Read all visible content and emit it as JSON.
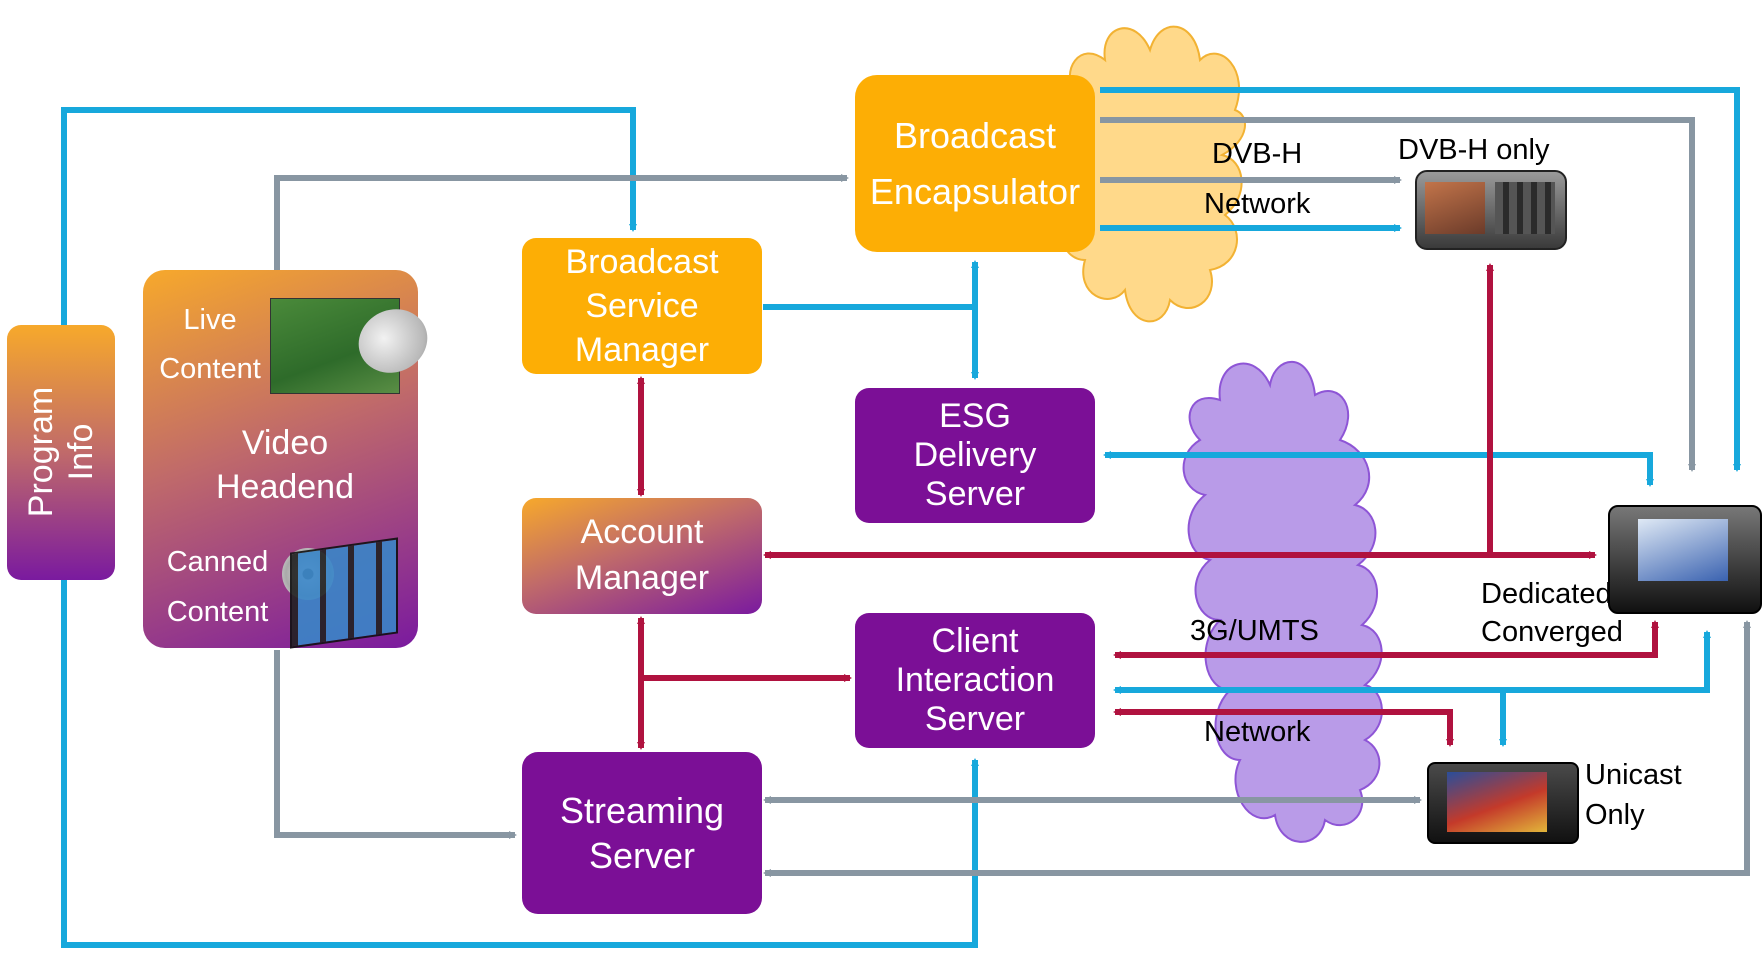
{
  "colors": {
    "blue": "#17A8DC",
    "gray": "#8896A2",
    "red": "#B0123F",
    "orange": "#FDAE05",
    "purple": "#7B0F96",
    "cloud_orange": "#FFD98A",
    "cloud_purple": "#B99BE8"
  },
  "program_info": {
    "line1": "Program",
    "line2": "Info"
  },
  "headend": {
    "title_line1": "Video",
    "title_line2": "Headend",
    "live_line1": "Live",
    "live_line2": "Content",
    "canned_line1": "Canned",
    "canned_line2": "Content"
  },
  "nodes": {
    "broadcast_encapsulator": {
      "line1": "Broadcast",
      "line2": "Encapsulator"
    },
    "broadcast_service_manager": {
      "line1": "Broadcast",
      "line2": "Service",
      "line3": "Manager"
    },
    "esg_delivery_server": {
      "line1": "ESG",
      "line2": "Delivery",
      "line3": "Server"
    },
    "account_manager": {
      "line1": "Account",
      "line2": "Manager"
    },
    "client_interaction_server": {
      "line1": "Client",
      "line2": "Interaction",
      "line3": "Server"
    },
    "streaming_server": {
      "line1": "Streaming",
      "line2": "Server"
    }
  },
  "networks": {
    "dvbh": {
      "line1": "DVB-H",
      "line2": "Network"
    },
    "umts": {
      "line1": "3G/UMTS",
      "line2": "Network"
    }
  },
  "devices": {
    "dvbh_only": {
      "label": "DVB-H only"
    },
    "dedicated_converged": {
      "line1": "Dedicated",
      "line2": "Converged"
    },
    "unicast_only": {
      "line1": "Unicast",
      "line2": "Only"
    }
  },
  "legend_icons": [
    "satellite-dish-icon",
    "disc-icon",
    "film-strip-icon"
  ]
}
